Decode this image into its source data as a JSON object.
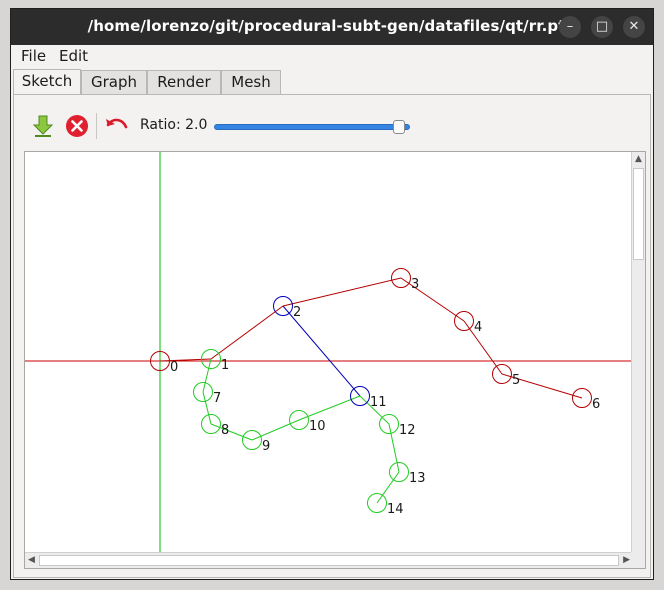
{
  "window": {
    "title": "/home/lorenzo/git/procedural-subt-gen/datafiles/qt/rr.ptg",
    "minimize_glyph": "–",
    "maximize_glyph": "□",
    "close_glyph": "✕"
  },
  "menu": [
    "File",
    "Edit"
  ],
  "tabs": [
    {
      "label": "Sketch",
      "active": true
    },
    {
      "label": "Graph",
      "active": false
    },
    {
      "label": "Render",
      "active": false
    },
    {
      "label": "Mesh",
      "active": false
    }
  ],
  "toolbar": {
    "icons": [
      "download-arrow-icon",
      "delete-circle-icon",
      "undo-icon"
    ],
    "ratio_label": "Ratio: 2.0",
    "slider_value_fraction": 0.97
  },
  "colors": {
    "axis_x": "#cc0000",
    "axis_y": "#00bb00",
    "red": "#b30000",
    "blue": "#0000bb",
    "green": "#22cc22",
    "slider": "#3584e4"
  },
  "sketch": {
    "nodes": [
      {
        "id": "0",
        "label": "0",
        "color": "red"
      },
      {
        "id": "1",
        "label": "1",
        "color": "green"
      },
      {
        "id": "2",
        "label": "2",
        "color": "blue"
      },
      {
        "id": "3",
        "label": "3",
        "color": "red"
      },
      {
        "id": "4",
        "label": "4",
        "color": "red"
      },
      {
        "id": "5",
        "label": "5",
        "color": "red"
      },
      {
        "id": "6",
        "label": "6",
        "color": "red"
      },
      {
        "id": "7",
        "label": "7",
        "color": "green"
      },
      {
        "id": "8",
        "label": "8",
        "color": "green"
      },
      {
        "id": "9",
        "label": "9",
        "color": "green"
      },
      {
        "id": "10",
        "label": "10",
        "color": "green"
      },
      {
        "id": "11",
        "label": "11",
        "color": "blue"
      },
      {
        "id": "12",
        "label": "12",
        "color": "green"
      },
      {
        "id": "13",
        "label": "13",
        "color": "green"
      },
      {
        "id": "14",
        "label": "14",
        "color": "green"
      }
    ],
    "edges": [
      {
        "from": "0",
        "to": "1",
        "color": "red"
      },
      {
        "from": "1",
        "to": "2",
        "color": "red"
      },
      {
        "from": "2",
        "to": "3",
        "color": "red"
      },
      {
        "from": "3",
        "to": "4",
        "color": "red"
      },
      {
        "from": "4",
        "to": "5",
        "color": "red"
      },
      {
        "from": "5",
        "to": "6",
        "color": "red"
      },
      {
        "from": "2",
        "to": "11",
        "color": "blue"
      },
      {
        "from": "1",
        "to": "7",
        "color": "green"
      },
      {
        "from": "7",
        "to": "8",
        "color": "green"
      },
      {
        "from": "8",
        "to": "9",
        "color": "green"
      },
      {
        "from": "9",
        "to": "10",
        "color": "green"
      },
      {
        "from": "10",
        "to": "11",
        "color": "green"
      },
      {
        "from": "11",
        "to": "12",
        "color": "green"
      },
      {
        "from": "12",
        "to": "13",
        "color": "green"
      },
      {
        "from": "13",
        "to": "14",
        "color": "green"
      }
    ]
  }
}
